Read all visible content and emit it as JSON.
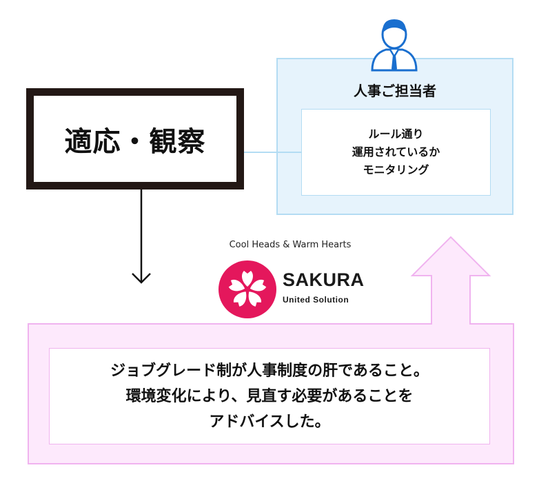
{
  "main_box": {
    "label": "適応・観察"
  },
  "staff_panel": {
    "title": "人事ご担当者",
    "lines": [
      "ルール通り",
      "運用されているか",
      "モニタリング"
    ],
    "icon": "person-icon"
  },
  "logo": {
    "tagline": "Cool Heads & Warm Hearts",
    "name": "SAKURA",
    "subtitle": "United Solution",
    "icon": "sakura-flower-icon"
  },
  "advice_panel": {
    "lines": [
      "ジョブグレード制が人事制度の肝であること。",
      "環境変化により、見直す必要があることを",
      "アドバイスした。"
    ]
  },
  "colors": {
    "blue_fill": "#e6f3fc",
    "blue_border": "#b3dcf3",
    "pink_fill": "#fde9fc",
    "pink_border": "#f0b3ef",
    "logo_red": "#e4175c",
    "person_blue": "#1a6fcf"
  }
}
